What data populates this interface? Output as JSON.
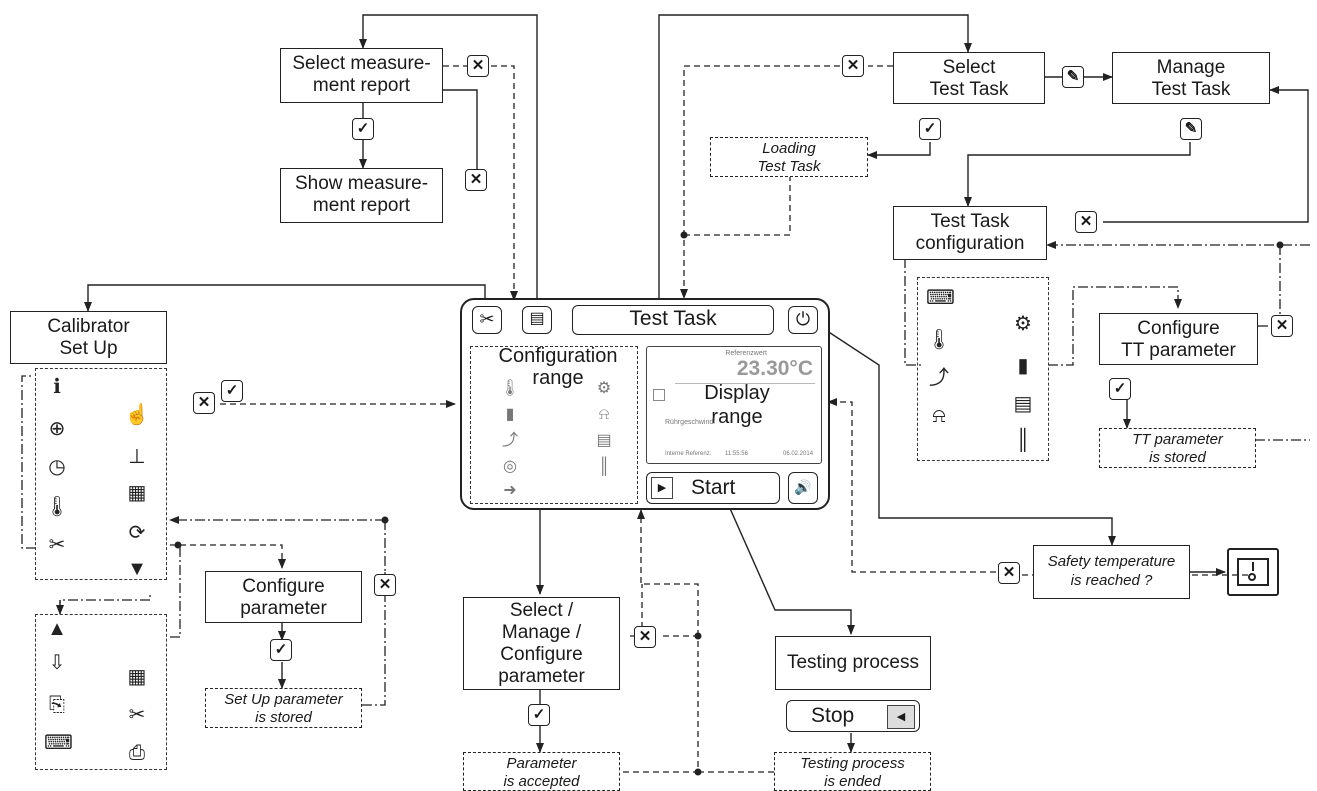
{
  "boxes": {
    "select_report": "Select measure-\nment report",
    "show_report": "Show measure-\nment report",
    "loading": "Loading\nTest Task",
    "select_task": "Select\nTest Task",
    "manage_task": "Manage\nTest Task",
    "tt_config": "Test Task\nconfiguration",
    "configure_tt": "Configure\nTT parameter",
    "tt_stored": "TT  parameter\nis stored",
    "calibrator": "Calibrator\nSet Up",
    "configure_param": "Configure\nparameter",
    "setup_stored": "Set Up parameter\nis stored",
    "select_manage": "Select /\nManage /\nConfigure\nparameter",
    "param_accepted": "Parameter\nis accepted",
    "testing_process": "Testing process",
    "testing_ended": "Testing process\nis ended",
    "safety": "Safety temperature\nis reached ?"
  },
  "device": {
    "title": "Test Task",
    "config_range": "Configuration\nrange",
    "display_range": "Display\nrange",
    "ref_label": "Referenzwert",
    "temperature": "23.30°C",
    "stir_label": "Rührgeschwindi",
    "intern_label": "Interne Referenz:",
    "time": "11:55:56",
    "date": "06.02.2014",
    "start": "Start",
    "stop": "Stop"
  },
  "icons": {
    "confirm": "✓",
    "cancel": "✕",
    "edit": "✎",
    "power": "⏻",
    "play": "▶",
    "back": "◀",
    "speaker": "🔊"
  }
}
